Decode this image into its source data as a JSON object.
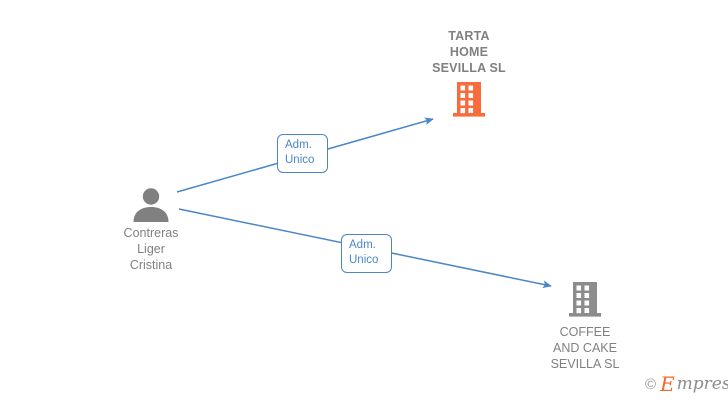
{
  "diagram": {
    "type": "company-relationship-graph",
    "background_color": "#ffffff",
    "person": {
      "icon": "person-avatar-icon",
      "name": "Contreras\nLiger\nCristina",
      "color": "#808080"
    },
    "companies": [
      {
        "id": "tarta-home-sevilla-sl",
        "name": "TARTA\nHOME\nSEVILLA  SL",
        "icon": "building-icon",
        "icon_color": "#f96a3c",
        "label_position": "above"
      },
      {
        "id": "coffee-and-cake-sevilla-sl",
        "name": "COFFEE\nAND CAKE\nSEVILLA  SL",
        "icon": "building-icon",
        "icon_color": "#8c8c8c",
        "label_position": "below"
      }
    ],
    "relations": [
      {
        "id": "rel-tarta",
        "label": "Adm.\nUnico",
        "from": "person",
        "to": "tarta-home-sevilla-sl",
        "color": "#4a86c8"
      },
      {
        "id": "rel-coffee",
        "label": "Adm.\nUnico",
        "from": "person",
        "to": "coffee-and-cake-sevilla-sl",
        "color": "#4a86c8"
      }
    ],
    "edge_color": "#4a86c8"
  },
  "watermark": {
    "copyright": "©",
    "brand_initial": "E",
    "brand_rest": "mpresia"
  }
}
